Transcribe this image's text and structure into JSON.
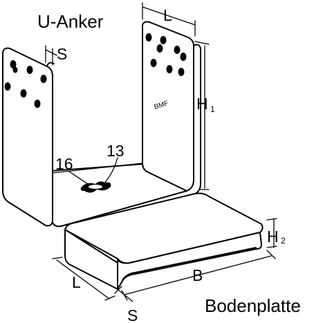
{
  "labels": {
    "u_anker": "U-Anker",
    "bodenplatte": "Bodenplatte",
    "dim_L_top": "L",
    "dim_S_top": "S",
    "dim_H1_main": "H",
    "dim_H1_sub": "1",
    "dim_H2_main": "H",
    "dim_H2_sub": "2",
    "dim_B": "B",
    "dim_L_bottom": "L",
    "dim_S_bottom": "S",
    "callout_16": "16",
    "callout_13": "13",
    "stamp": "BMF"
  }
}
